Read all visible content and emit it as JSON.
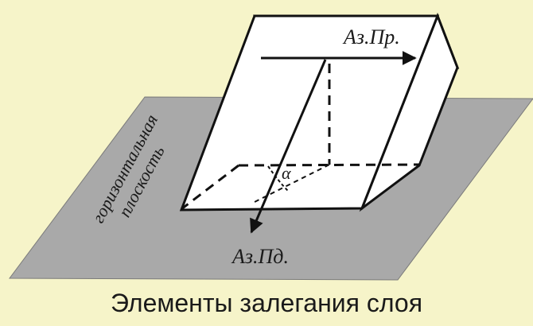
{
  "colors": {
    "background": "#f6f4c9",
    "plane_fill": "#a9a9a9",
    "plane_stroke": "#7a7a7a",
    "block_fill": "#ffffff",
    "line": "#111111",
    "text": "#1a1a1a"
  },
  "labels": {
    "strike_azimuth": "Аз.Пр.",
    "dip_azimuth": "Аз.Пд.",
    "dip_angle": "α",
    "plane_line1": "горизонтальная",
    "plane_line2": "плоскость"
  },
  "caption": "Элементы залегания слоя"
}
